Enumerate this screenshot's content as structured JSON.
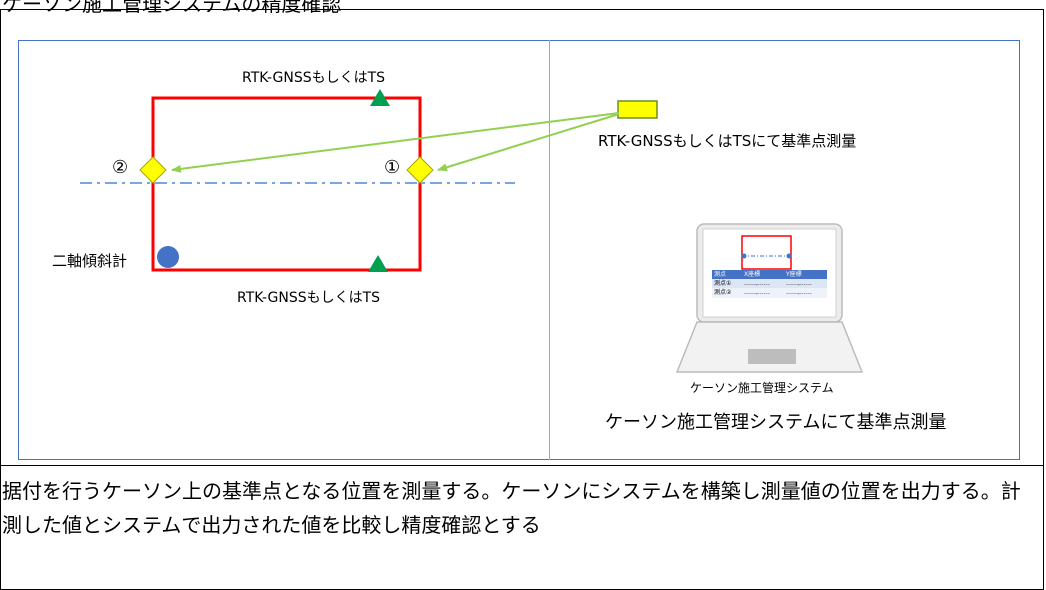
{
  "header": {
    "title": "ケーソン施工管理システムの精度確認"
  },
  "diagram": {
    "label_top_gnss": "RTK-GNSSもしくはTS",
    "label_bottom_gnss": "RTK-GNSSもしくはTS",
    "label_point_1": "①",
    "label_point_2": "②",
    "label_tilt_meter": "二軸傾斜計",
    "label_base_survey": "RTK-GNSSもしくはTSにて基準点測量",
    "laptop": {
      "screen_table_headers": [
        "測点",
        "X座標",
        "Y座標"
      ],
      "screen_table_rows": [
        [
          "測点①",
          "……,……",
          "……,……"
        ],
        [
          "測点②",
          "……,……",
          "……,……"
        ]
      ],
      "caption": "ケーソン施工管理システム"
    },
    "label_system_survey": "ケーソン施工管理システムにて基準点測量"
  },
  "description": "据付を行うケーソン上の基準点となる位置を測量する。ケーソンにシステムを構築し測量値の位置を出力する。計測した値とシステムで出力された値を比較し精度確認とする",
  "colors": {
    "frame": "#4472c4",
    "caisson": "#ff0000",
    "gnss_marker": "#00a050",
    "base_point": "#ffff00",
    "tilt_meter": "#4472c4",
    "survey_lines": "#92d050",
    "center_line": "#7aa6e0"
  }
}
